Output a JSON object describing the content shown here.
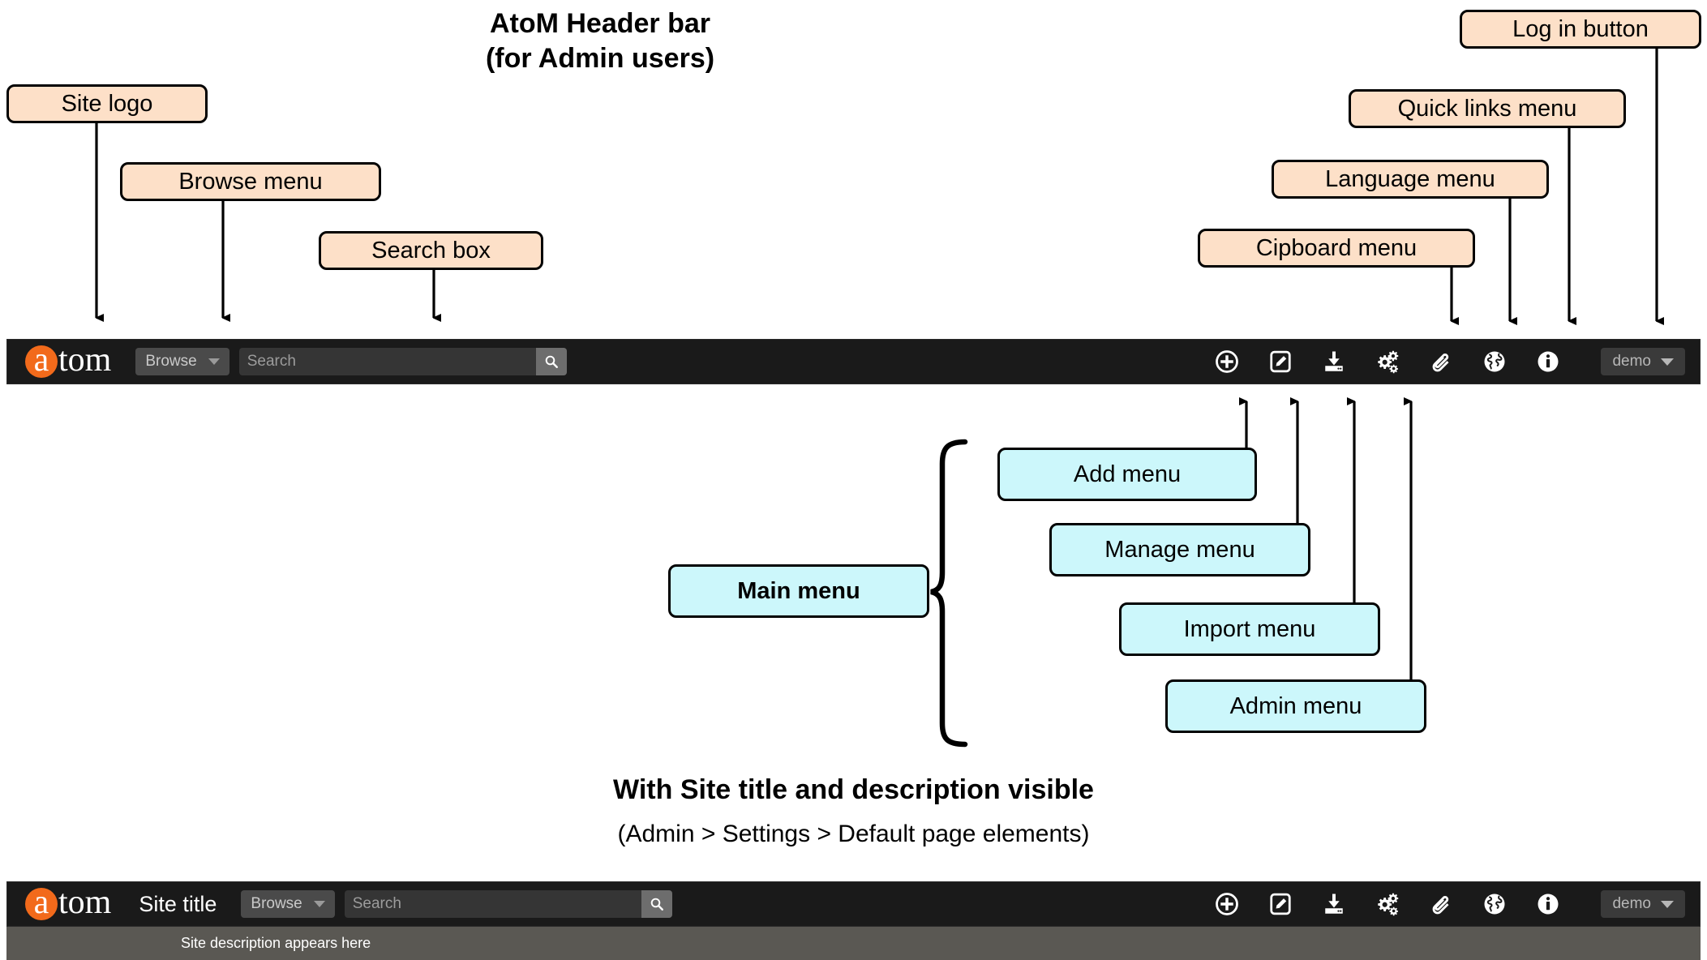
{
  "diagram": {
    "title_line1": "AtoM Header bar",
    "title_line2": "(for Admin users)",
    "section2_title": "With Site title and description visible",
    "section2_subtitle": "(Admin > Settings > Default page elements)",
    "colors": {
      "peach_callout": "#fde0c8",
      "cyan_callout": "#ccf7fb",
      "callout_border": "#000000",
      "bar_background": "#1a1a1a",
      "logo_orange": "#f26a1b",
      "description_bar": "#5a5853"
    }
  },
  "callouts": {
    "peach": [
      {
        "label": "Site logo"
      },
      {
        "label": "Browse menu"
      },
      {
        "label": "Search box"
      },
      {
        "label": "Cipboard menu"
      },
      {
        "label": "Language menu"
      },
      {
        "label": "Quick links menu"
      },
      {
        "label": "Log in button"
      }
    ],
    "cyan": [
      {
        "label": "Main menu"
      },
      {
        "label": "Add menu"
      },
      {
        "label": "Manage menu"
      },
      {
        "label": "Import menu"
      },
      {
        "label": "Admin menu"
      }
    ]
  },
  "header_bar_admin": {
    "logo": {
      "letter": "a",
      "rest": "tom"
    },
    "browse_label": "Browse",
    "search_placeholder": "Search",
    "search_button_icon": "search-icon",
    "icons": [
      {
        "name": "add-icon",
        "title": "Add menu"
      },
      {
        "name": "manage-icon",
        "title": "Manage menu"
      },
      {
        "name": "import-icon",
        "title": "Import menu"
      },
      {
        "name": "admin-gears-icon",
        "title": "Admin menu"
      },
      {
        "name": "clipboard-paperclip-icon",
        "title": "Clipboard menu"
      },
      {
        "name": "language-globe-icon",
        "title": "Language menu"
      },
      {
        "name": "quick-links-info-icon",
        "title": "Quick links menu"
      }
    ],
    "user_label": "demo"
  },
  "header_bar_with_title": {
    "logo": {
      "letter": "a",
      "rest": "tom"
    },
    "site_title": "Site title",
    "browse_label": "Browse",
    "search_placeholder": "Search",
    "user_label": "demo",
    "site_description": "Site description appears here"
  }
}
